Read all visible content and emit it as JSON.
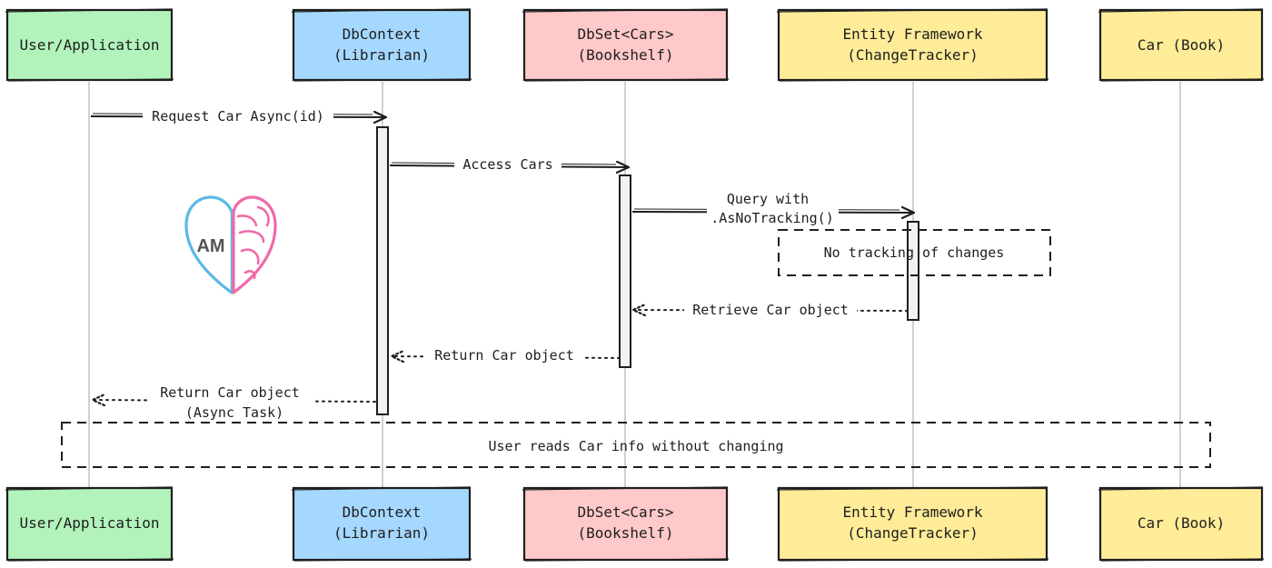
{
  "participants": [
    {
      "id": "user",
      "label_lines": [
        "User/Application"
      ],
      "color": "#b2f2bb"
    },
    {
      "id": "dbcontext",
      "label_lines": [
        "DbContext",
        "(Librarian)"
      ],
      "color": "#a5d8ff"
    },
    {
      "id": "dbset",
      "label_lines": [
        "DbSet<Cars>",
        "(Bookshelf)"
      ],
      "color": "#ffc9c9"
    },
    {
      "id": "ef",
      "label_lines": [
        "Entity Framework",
        "(ChangeTracker)"
      ],
      "color": "#ffec99"
    },
    {
      "id": "car",
      "label_lines": [
        "Car (Book)"
      ],
      "color": "#ffec99"
    }
  ],
  "messages": [
    {
      "from": "user",
      "to": "dbcontext",
      "style": "solid",
      "label_lines": [
        "Request Car Async(id)"
      ]
    },
    {
      "from": "dbcontext",
      "to": "dbset",
      "style": "solid",
      "label_lines": [
        "Access Cars"
      ]
    },
    {
      "from": "dbset",
      "to": "ef",
      "style": "solid",
      "label_lines": [
        "Query with",
        ".AsNoTracking()"
      ]
    },
    {
      "from": "ef",
      "to": "dbset",
      "style": "dotted",
      "label_lines": [
        "Retrieve Car object"
      ]
    },
    {
      "from": "dbset",
      "to": "dbcontext",
      "style": "dotted",
      "label_lines": [
        "Return Car object"
      ]
    },
    {
      "from": "dbcontext",
      "to": "user",
      "style": "dotted",
      "label_lines": [
        "Return Car object",
        "(Async Task)"
      ]
    }
  ],
  "notes": [
    {
      "text": "No tracking of changes",
      "over": "ef"
    },
    {
      "text": "User reads Car info without changing",
      "over": "all"
    }
  ],
  "logo": {
    "text": "AM",
    "left_color": "#5bb8e6",
    "right_color": "#f06aa9"
  }
}
